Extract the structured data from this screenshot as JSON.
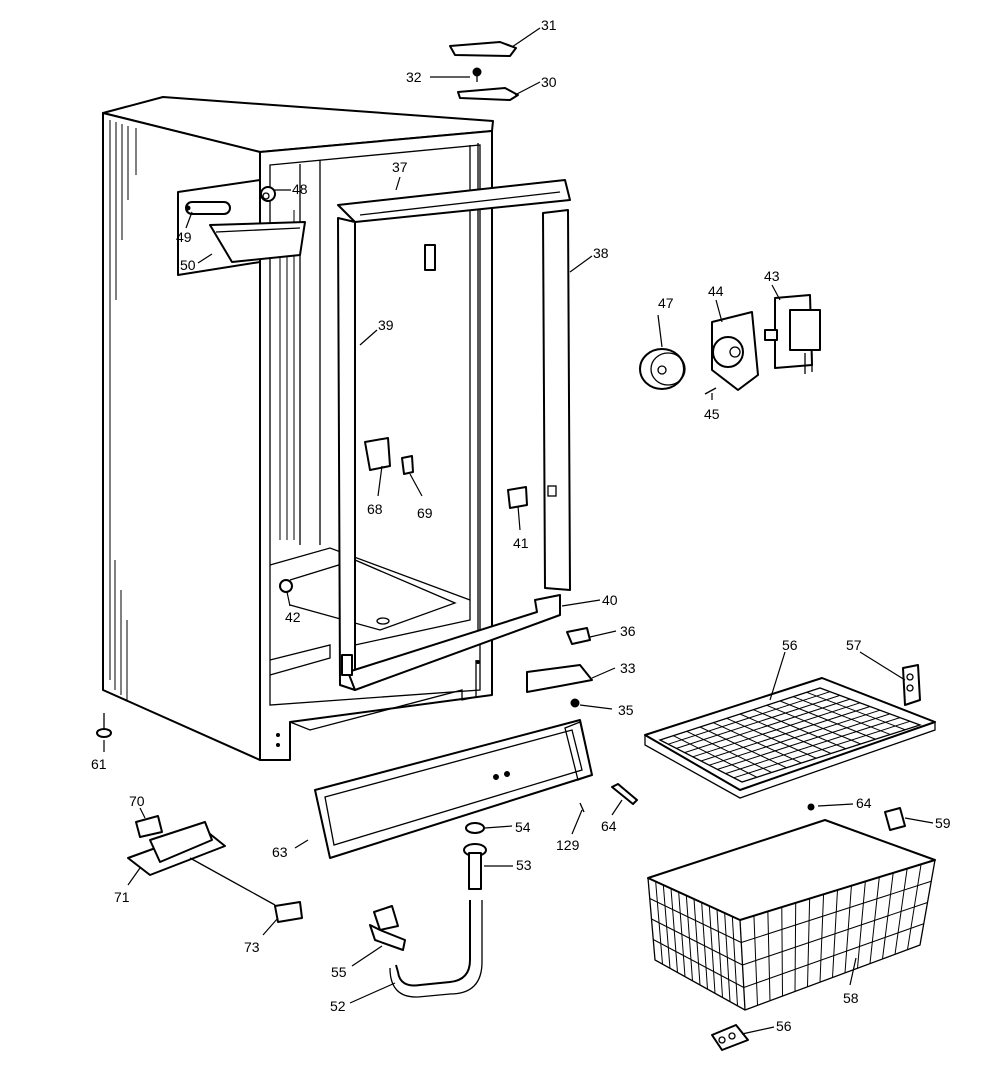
{
  "callouts": [
    {
      "id": "c31",
      "label": "31"
    },
    {
      "id": "c32",
      "label": "32"
    },
    {
      "id": "c30",
      "label": "30"
    },
    {
      "id": "c48",
      "label": "48"
    },
    {
      "id": "c49",
      "label": "49"
    },
    {
      "id": "c50",
      "label": "50"
    },
    {
      "id": "c37",
      "label": "37"
    },
    {
      "id": "c38",
      "label": "38"
    },
    {
      "id": "c39",
      "label": "39"
    },
    {
      "id": "c47",
      "label": "47"
    },
    {
      "id": "c44",
      "label": "44"
    },
    {
      "id": "c43",
      "label": "43"
    },
    {
      "id": "c45",
      "label": "45"
    },
    {
      "id": "c68",
      "label": "68"
    },
    {
      "id": "c69",
      "label": "69"
    },
    {
      "id": "c41",
      "label": "41"
    },
    {
      "id": "c42",
      "label": "42"
    },
    {
      "id": "c40",
      "label": "40"
    },
    {
      "id": "c36",
      "label": "36"
    },
    {
      "id": "c33",
      "label": "33"
    },
    {
      "id": "c35",
      "label": "35"
    },
    {
      "id": "c56a",
      "label": "56"
    },
    {
      "id": "c57",
      "label": "57"
    },
    {
      "id": "c61",
      "label": "61"
    },
    {
      "id": "c70",
      "label": "70"
    },
    {
      "id": "c71",
      "label": "71"
    },
    {
      "id": "c73",
      "label": "73"
    },
    {
      "id": "c63",
      "label": "63"
    },
    {
      "id": "c54",
      "label": "54"
    },
    {
      "id": "c129",
      "label": "129"
    },
    {
      "id": "c64a",
      "label": "64"
    },
    {
      "id": "c64b",
      "label": "64"
    },
    {
      "id": "c59",
      "label": "59"
    },
    {
      "id": "c53",
      "label": "53"
    },
    {
      "id": "c55",
      "label": "55"
    },
    {
      "id": "c52",
      "label": "52"
    },
    {
      "id": "c58",
      "label": "58"
    },
    {
      "id": "c56b",
      "label": "56"
    }
  ]
}
